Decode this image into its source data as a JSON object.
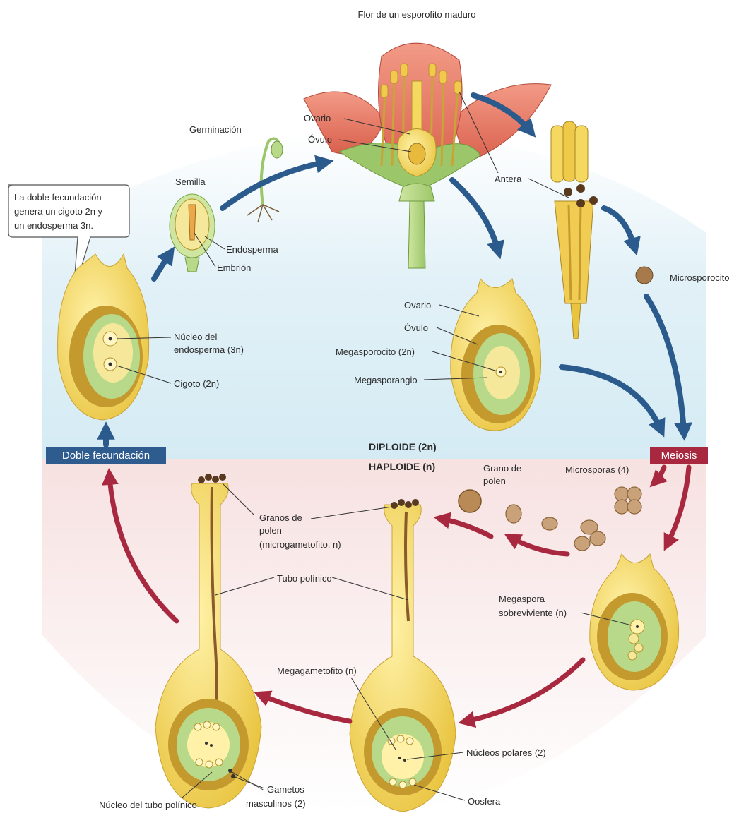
{
  "title": "Flor de un esporofito maduro",
  "colors": {
    "diploid_bg": "#d8edf5",
    "haploid_bg": "#f6e3e3",
    "blue_arrow": "#2b5a8c",
    "red_arrow": "#a8293f",
    "doble_box": "#2f5c8f",
    "meiosis_box": "#a8293f",
    "ovule_yellow": "#f5d860",
    "nucellus_brown": "#c49a2e",
    "gametophyte_green": "#b8d98a",
    "petal_red": "#e27563"
  },
  "flower": {
    "ovario": "Ovario",
    "ovulo": "Óvulo",
    "antera": "Antera"
  },
  "microsporocito": "Microsporocito",
  "seed": {
    "germinacion": "Germinación",
    "semilla": "Semilla",
    "endosperma": "Endosperma",
    "embrion": "Embrión"
  },
  "callout": {
    "line1": "La doble fecundación",
    "line2": "genera un cigoto 2n y",
    "line3": "un endosperma 3n."
  },
  "zygote_ovule": {
    "nucleo_line1": "Núcleo del",
    "nucleo_line2": "endosperma (3n)",
    "cigoto": "Cigoto (2n)"
  },
  "mega_ovule": {
    "ovario": "Ovario",
    "ovulo": "Óvulo",
    "megasporocito": "Megasporocito (2n)",
    "megasporangio": "Megasporangio"
  },
  "phases": {
    "diploide": "DIPLOIDE (2n)",
    "haploide": "HAPLOIDE (n)"
  },
  "boxes": {
    "doble_fecundacion": "Doble fecundación",
    "meiosis": "Meiosis"
  },
  "pollen": {
    "grano_line1": "Grano de",
    "grano_line2": "polen",
    "microsporas": "Microsporas (4)"
  },
  "megaspora": {
    "line1": "Megaspora",
    "line2": "sobreviviente (n)"
  },
  "granos": {
    "line1": "Granos de",
    "line2": "polen",
    "line3": "(microgametofito, n)"
  },
  "tubo_polinico": "Tubo polínico",
  "megagametofito": "Megagametofito (n)",
  "nucleos_polares": "Núcleos polares (2)",
  "oosfera": "Oosfera",
  "nucleo_tubo": "Núcleo del tubo polínico",
  "gametos": {
    "line1": "Gametos",
    "line2": "masculinos (2)"
  }
}
